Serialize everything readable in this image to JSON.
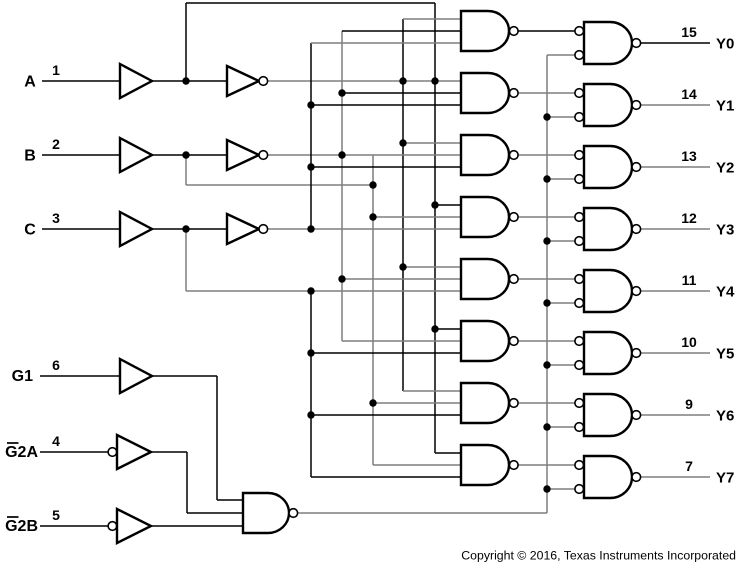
{
  "schematic": {
    "data_inputs": [
      {
        "label": "A",
        "pin": "1"
      },
      {
        "label": "B",
        "pin": "2"
      },
      {
        "label": "C",
        "pin": "3"
      }
    ],
    "enable_inputs": [
      {
        "label": "G1",
        "pin": "6",
        "overline": false
      },
      {
        "label": "G2A",
        "pin": "4",
        "overline": true
      },
      {
        "label": "G2B",
        "pin": "5",
        "overline": true
      }
    ],
    "outputs": [
      {
        "label": "Y0",
        "pin": "15"
      },
      {
        "label": "Y1",
        "pin": "14"
      },
      {
        "label": "Y2",
        "pin": "13"
      },
      {
        "label": "Y3",
        "pin": "12"
      },
      {
        "label": "Y4",
        "pin": "11"
      },
      {
        "label": "Y5",
        "pin": "10"
      },
      {
        "label": "Y6",
        "pin": "9"
      },
      {
        "label": "Y7",
        "pin": "7"
      }
    ],
    "copyright": "Copyright © 2016, Texas Instruments Incorporated",
    "colors": {
      "wire": "#000000",
      "wire_light": "#7e7e7e",
      "background": "#ffffff",
      "text": "#000000"
    }
  }
}
